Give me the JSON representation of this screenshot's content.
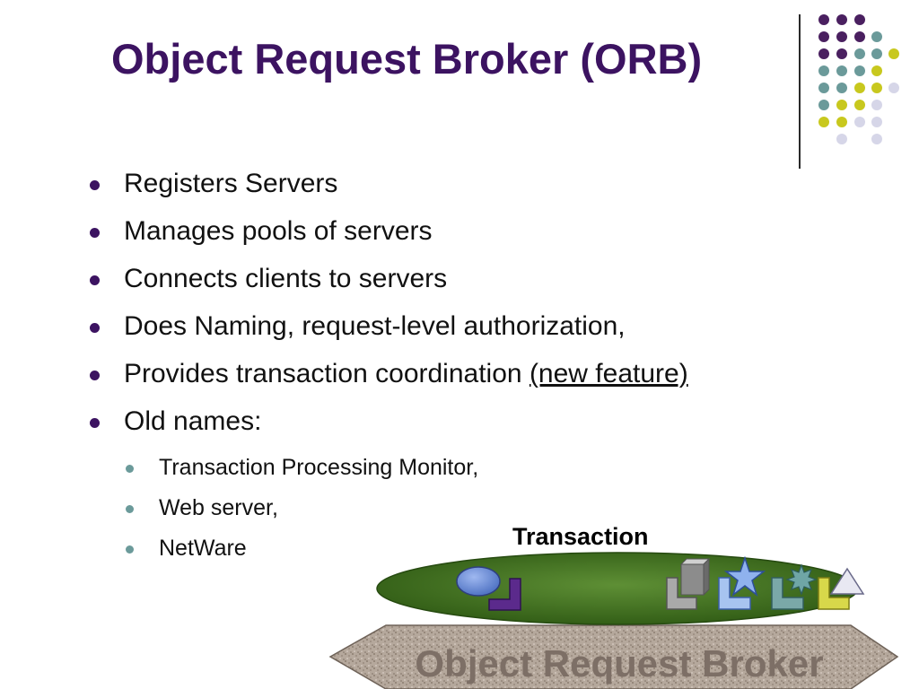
{
  "slide": {
    "title": "Object Request Broker (ORB)",
    "bullets": [
      {
        "text": "Registers Servers"
      },
      {
        "text": "Manages pools of servers"
      },
      {
        "text": "Connects clients to servers"
      },
      {
        "text": "Does Naming, request-level authorization,"
      },
      {
        "text": "Provides transaction coordination",
        "link": "(new feature)"
      },
      {
        "text": "Old names:"
      }
    ],
    "subbullets": [
      {
        "text": "Transaction Processing Monitor,"
      },
      {
        "text": "Web server,"
      },
      {
        "text": "NetWare"
      }
    ]
  },
  "diagram": {
    "transaction_label": "Transaction",
    "broker_label": "Object Request Broker"
  },
  "colors": {
    "title": "#3c1361",
    "ellipse": "#3f6b1e",
    "purple_dot": "#4a2060",
    "teal_dot": "#6b9a9a",
    "yellow_dot": "#c8c81e",
    "lavender_dot": "#d6d6e8"
  }
}
